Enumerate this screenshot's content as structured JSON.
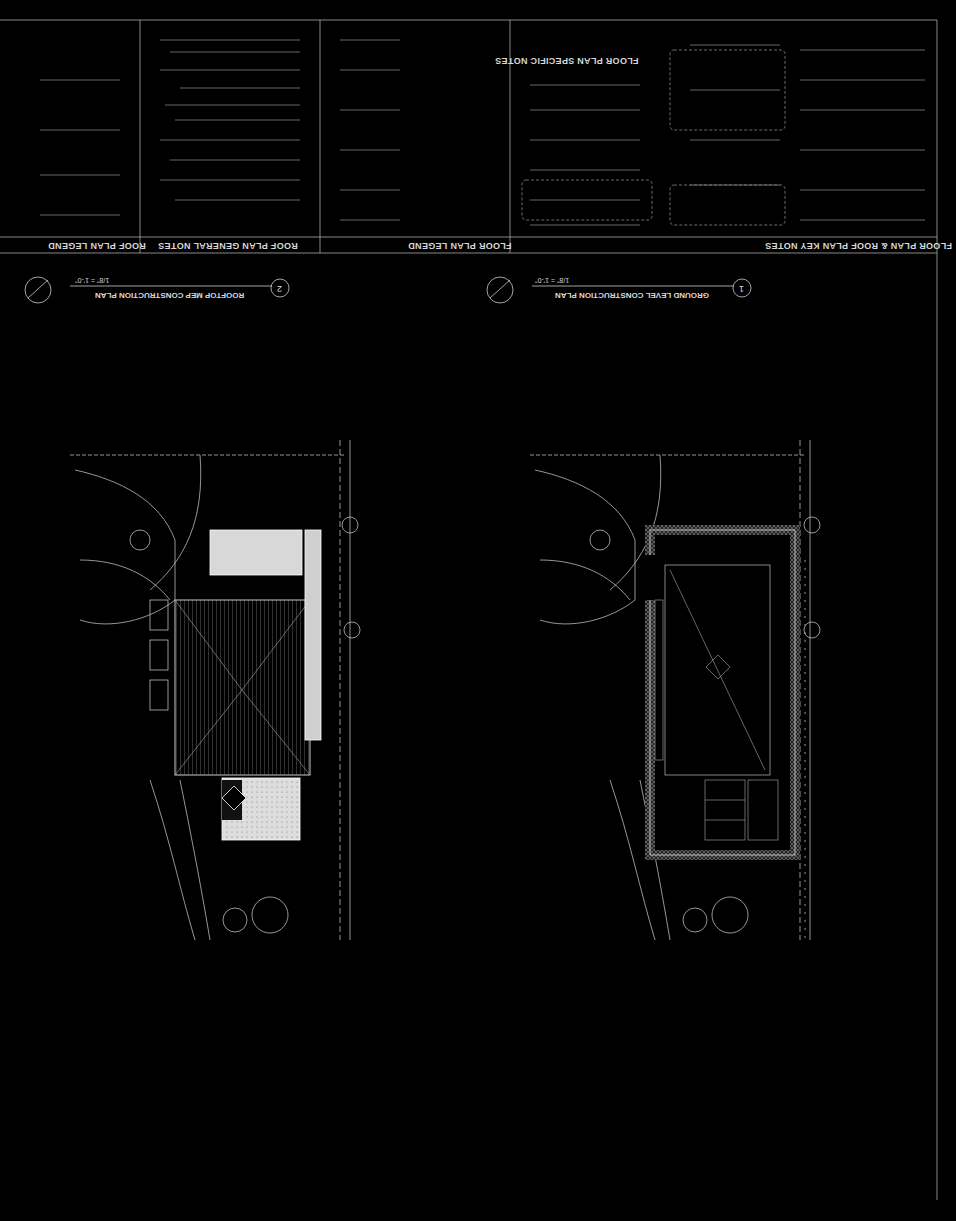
{
  "diagram": {
    "labels": [
      "ROOF PLAN LEGEND",
      "ROOF PLAN GENERAL NOTES",
      "FLOOR PLAN LEGEND",
      "FLOOR PLAN SPECIFIC NOTES",
      "FLOOR PLAN & ROOF PLAN KEY NOTES",
      "ROOFTOP MEP CONSTRUCTION PLAN",
      "1/8\" = 1'-0\"",
      "2",
      "GROUND LEVEL CONSTRUCTION PLAN",
      "1/8\" = 1'-0\"",
      "1"
    ]
  }
}
